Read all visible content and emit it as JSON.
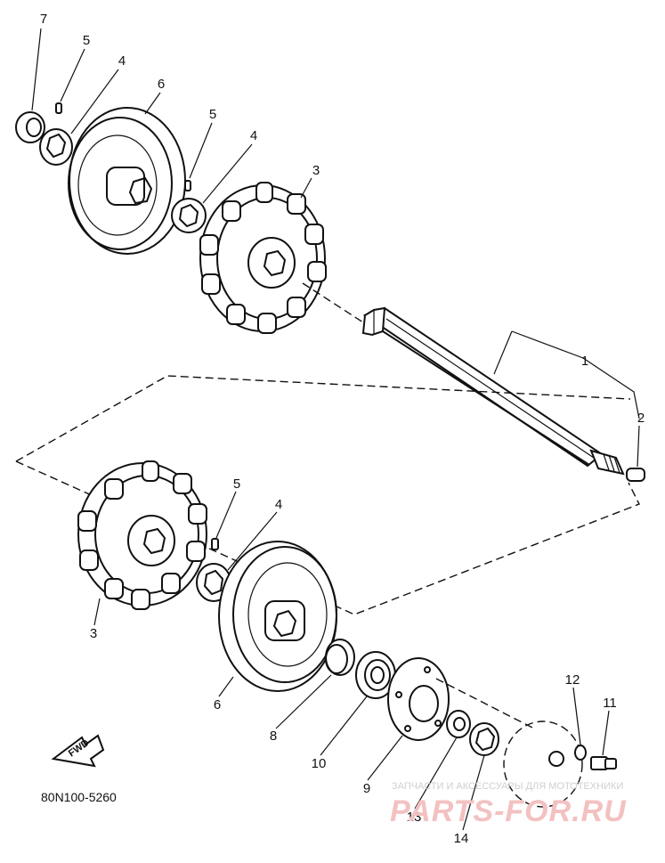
{
  "diagram": {
    "callouts": [
      {
        "id": "c7a",
        "label": "7"
      },
      {
        "id": "c5a",
        "label": "5"
      },
      {
        "id": "c4a",
        "label": "4"
      },
      {
        "id": "c6a",
        "label": "6"
      },
      {
        "id": "c5b",
        "label": "5"
      },
      {
        "id": "c4b",
        "label": "4"
      },
      {
        "id": "c3a",
        "label": "3"
      },
      {
        "id": "c1",
        "label": "1"
      },
      {
        "id": "c2",
        "label": "2"
      },
      {
        "id": "c5c",
        "label": "5"
      },
      {
        "id": "c4c",
        "label": "4"
      },
      {
        "id": "c3b",
        "label": "3"
      },
      {
        "id": "c6b",
        "label": "6"
      },
      {
        "id": "c8",
        "label": "8"
      },
      {
        "id": "c10",
        "label": "10"
      },
      {
        "id": "c9",
        "label": "9"
      },
      {
        "id": "c12",
        "label": "12"
      },
      {
        "id": "c11",
        "label": "11"
      },
      {
        "id": "c13",
        "label": "13"
      },
      {
        "id": "c14",
        "label": "14"
      }
    ],
    "part_code": "80N100-5260",
    "direction_marker": "FWD",
    "watermark": {
      "line1": "ЗАПЧАСТИ И АКСЕССУАРЫ ДЛЯ МОТОТЕХНИКИ",
      "line2": "PARTS-FOR.RU"
    }
  }
}
